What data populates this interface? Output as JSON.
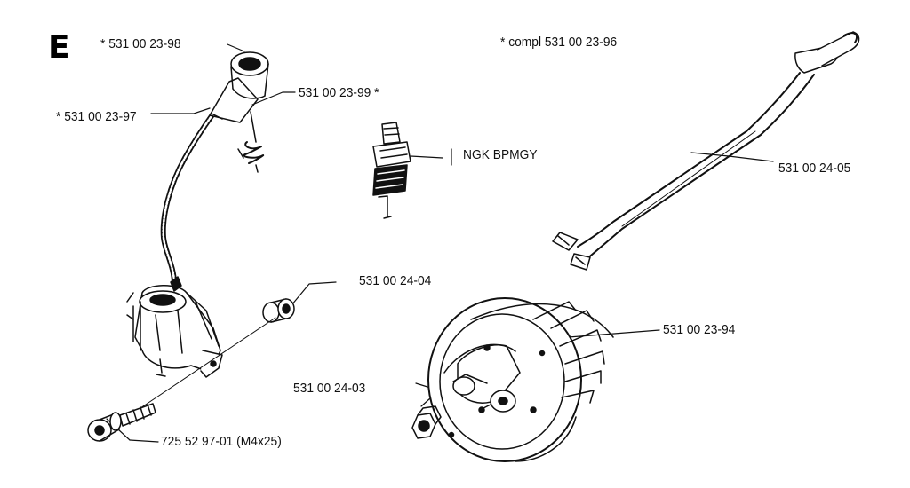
{
  "section_letter": "E",
  "labels": {
    "boot_cap": "* 531 00 23-98",
    "boot_spring": "531 00 23-99 *",
    "lead": "* 531 00 23-97",
    "complete_note": "* compl 531 00 23-96",
    "spark_plug": "NGK BPMGY",
    "cable": "531 00 24-05",
    "spacer": "531 00 24-04",
    "flywheel": "531 00 23-94",
    "nut": "531 00 24-03",
    "screw": "725 52 97-01 (M4x25)"
  },
  "colors": {
    "line": "#111111",
    "paper": "#ffffff"
  }
}
